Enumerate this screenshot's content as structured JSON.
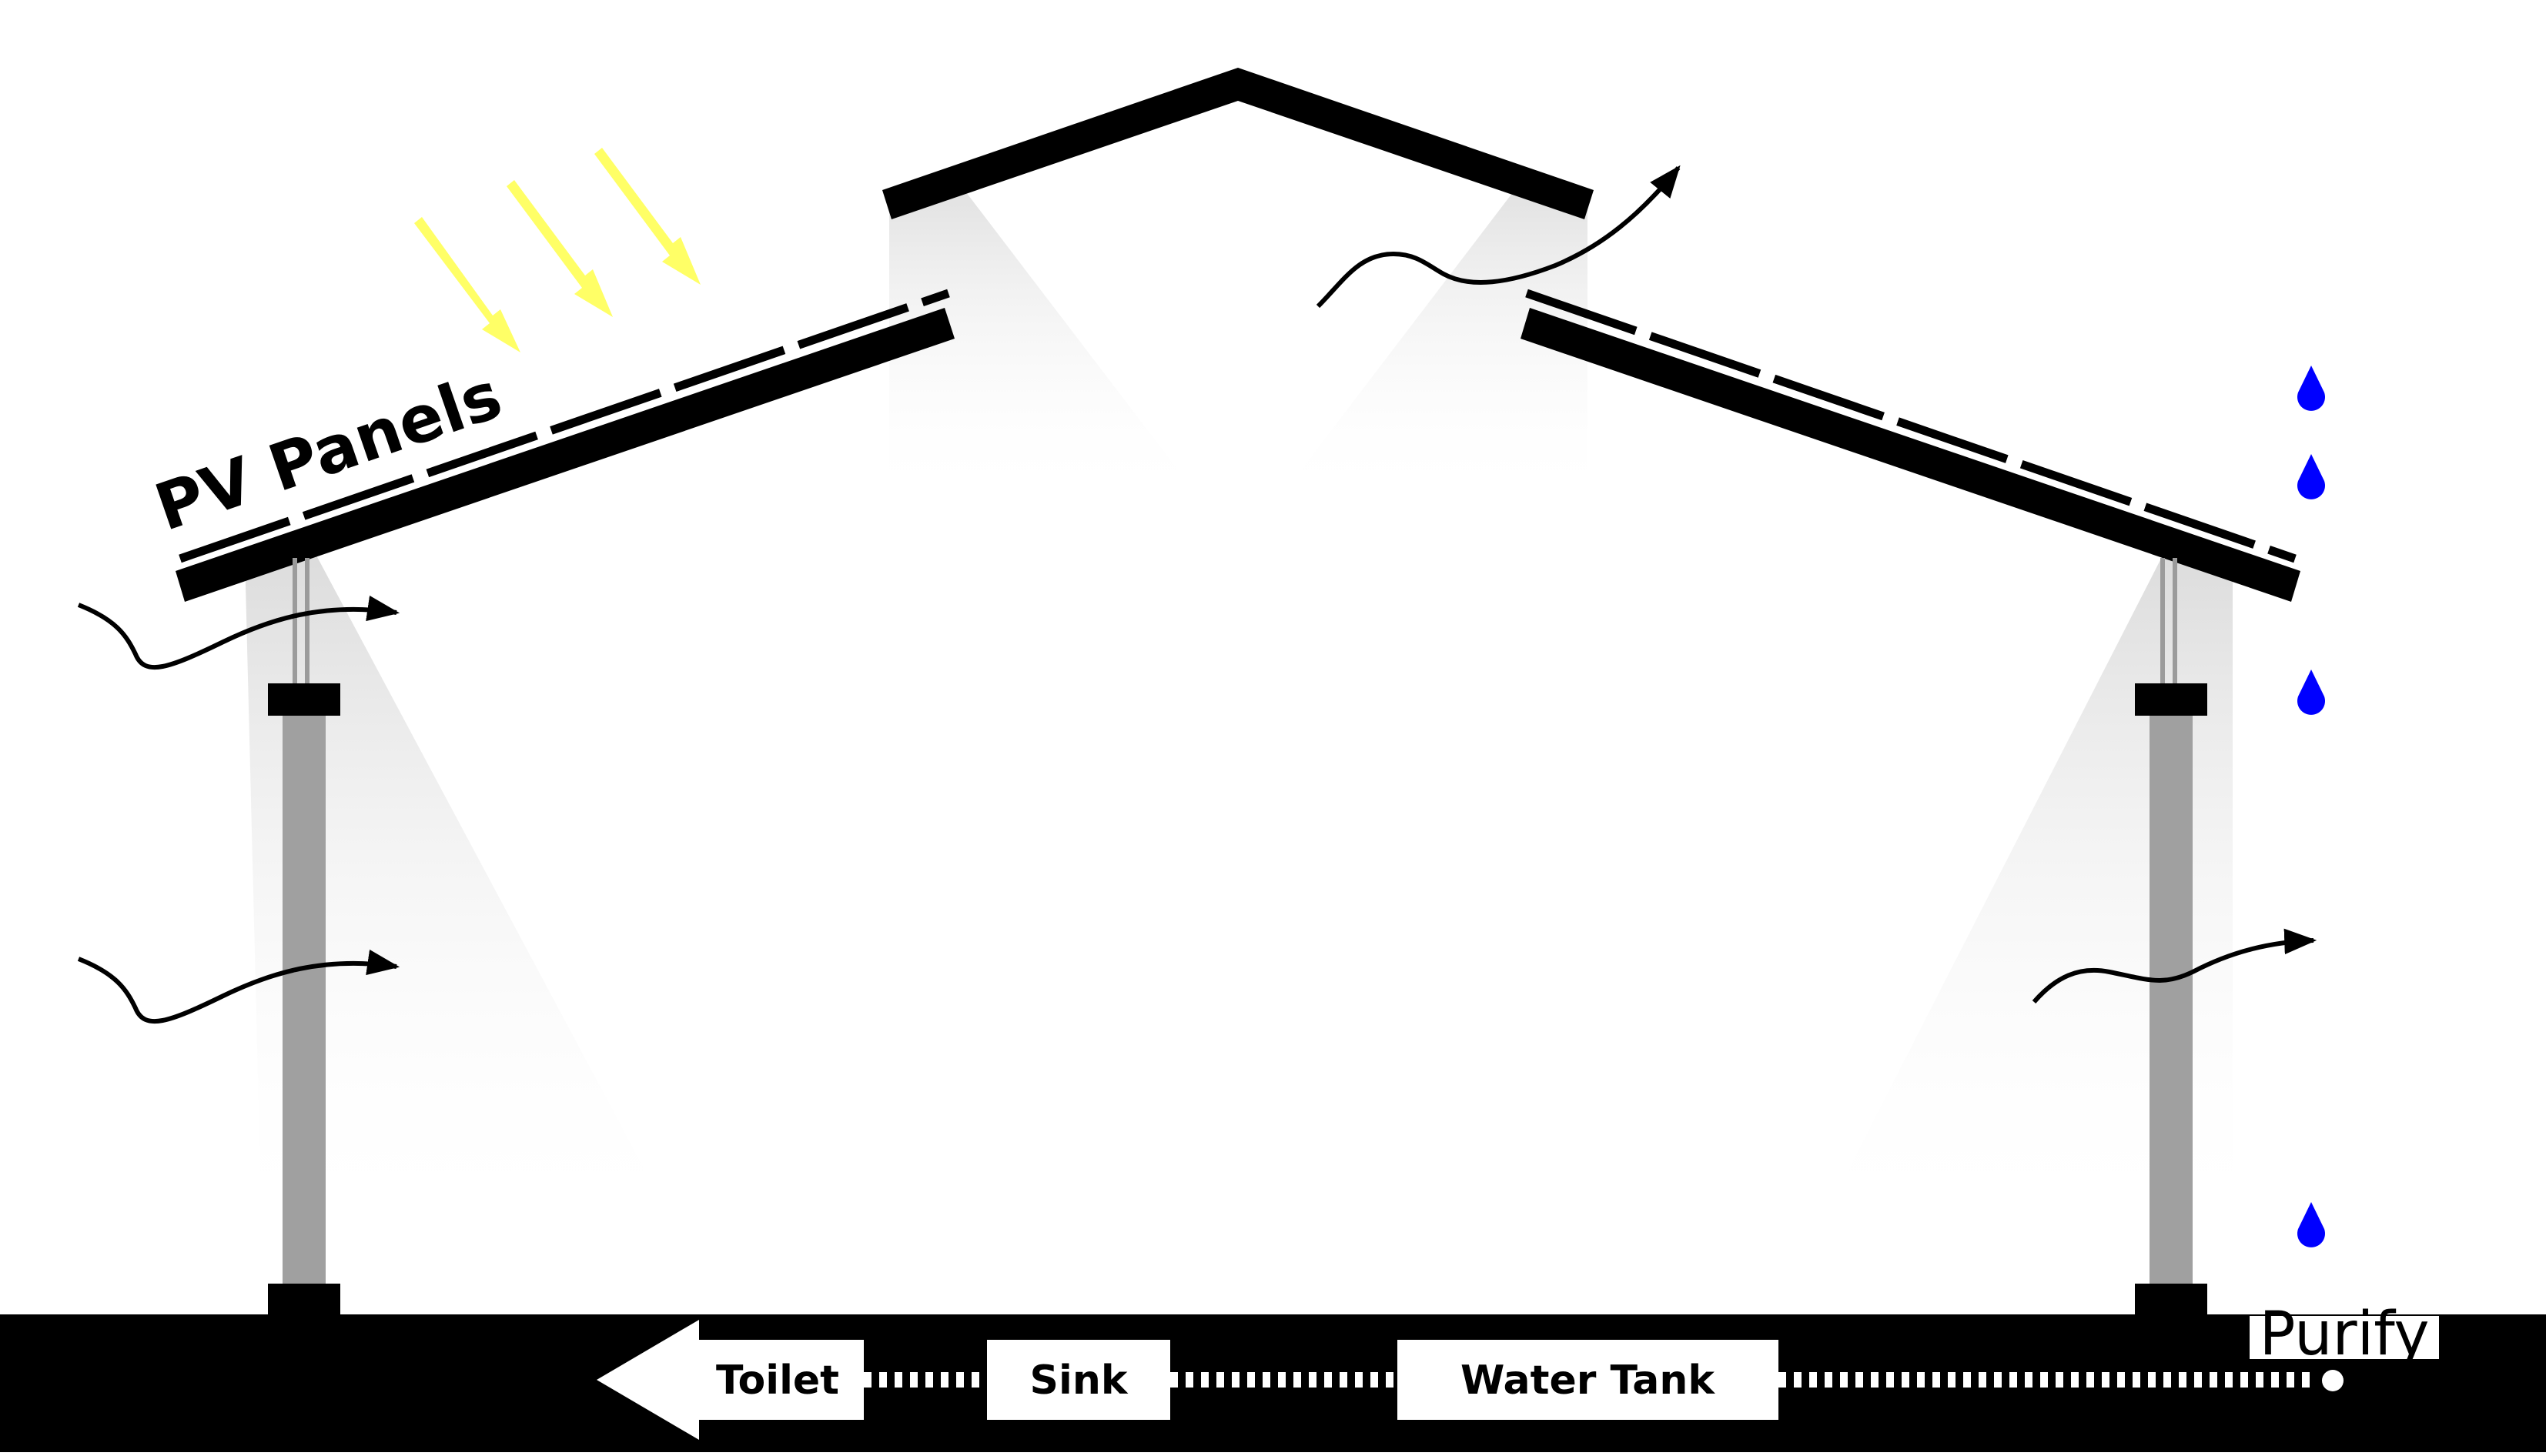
{
  "labels": {
    "pv_panels": "PV Panels",
    "toilet": "Toilet",
    "sink": "Sink",
    "water_tank": "Water Tank",
    "purify": "Purify"
  },
  "colors": {
    "structure": "#000000",
    "column": "#a0a0a0",
    "post": "#9b9b9b",
    "sun_ray": "#ffff66",
    "raindrop": "#0000ff",
    "light_shade": "#e4e4e4",
    "background": "#ffffff"
  },
  "icons": {
    "sun_rays": "sun-ray-arrows",
    "rain": "raindrop-icons",
    "airflow": "wavy-arrow-lines",
    "water_flow": "dotted-pipe-line"
  }
}
